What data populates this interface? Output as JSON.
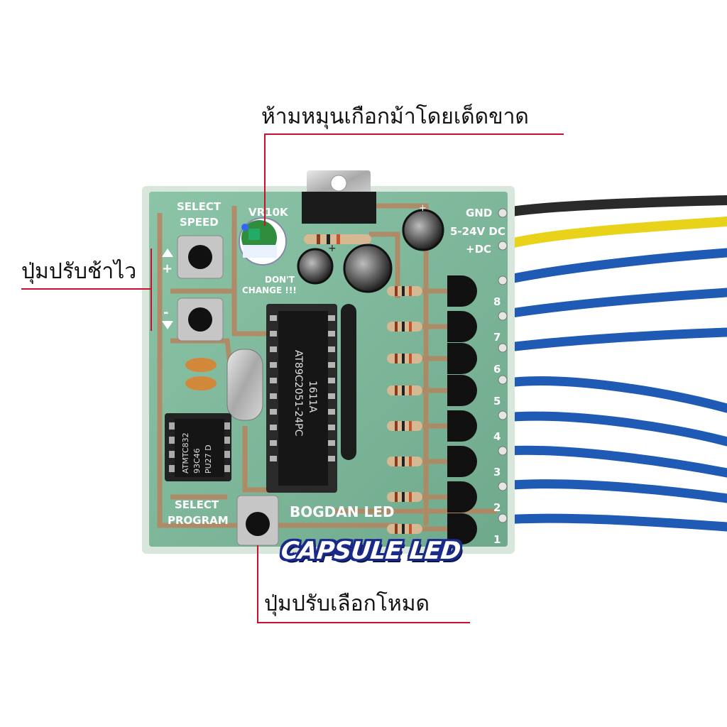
{
  "callouts": {
    "top": "ห้ามหมุนเกือกม้าโดยเด็ดขาด",
    "left": "ปุ่มปรับช้าไว",
    "bottom": "ปุ่มปรับเลือกโหมด"
  },
  "brand_badge": "CAPSULE LED",
  "board": {
    "select_speed": [
      "SELECT",
      "SPEED"
    ],
    "vr_label": "VR10K",
    "dont_change": [
      "DON'T",
      "CHANGE !!!"
    ],
    "power_labels": [
      "GND",
      "5-24V DC",
      "+DC"
    ],
    "chip_main": [
      "1611A",
      "AT89C2051-24PC"
    ],
    "chip_eeprom": [
      "ATMTC832",
      "93C46",
      "PU27 D"
    ],
    "select_program": [
      "SELECT",
      "PROGRAM"
    ],
    "logo": "BOGDAN LED",
    "plus_sign": "+",
    "minus_sign": "-",
    "channel_numbers": [
      "8",
      "7",
      "6",
      "5",
      "4",
      "3",
      "2",
      "1"
    ]
  },
  "colors": {
    "pcb": "#7fb89c",
    "trace": "#b7845e",
    "wire_blue": "#1f5bb5",
    "wire_yellow": "#e8d21a",
    "wire_black": "#2a2a2a",
    "callout_line": "#c8102e",
    "badge_outline": "#1a2a8a"
  }
}
